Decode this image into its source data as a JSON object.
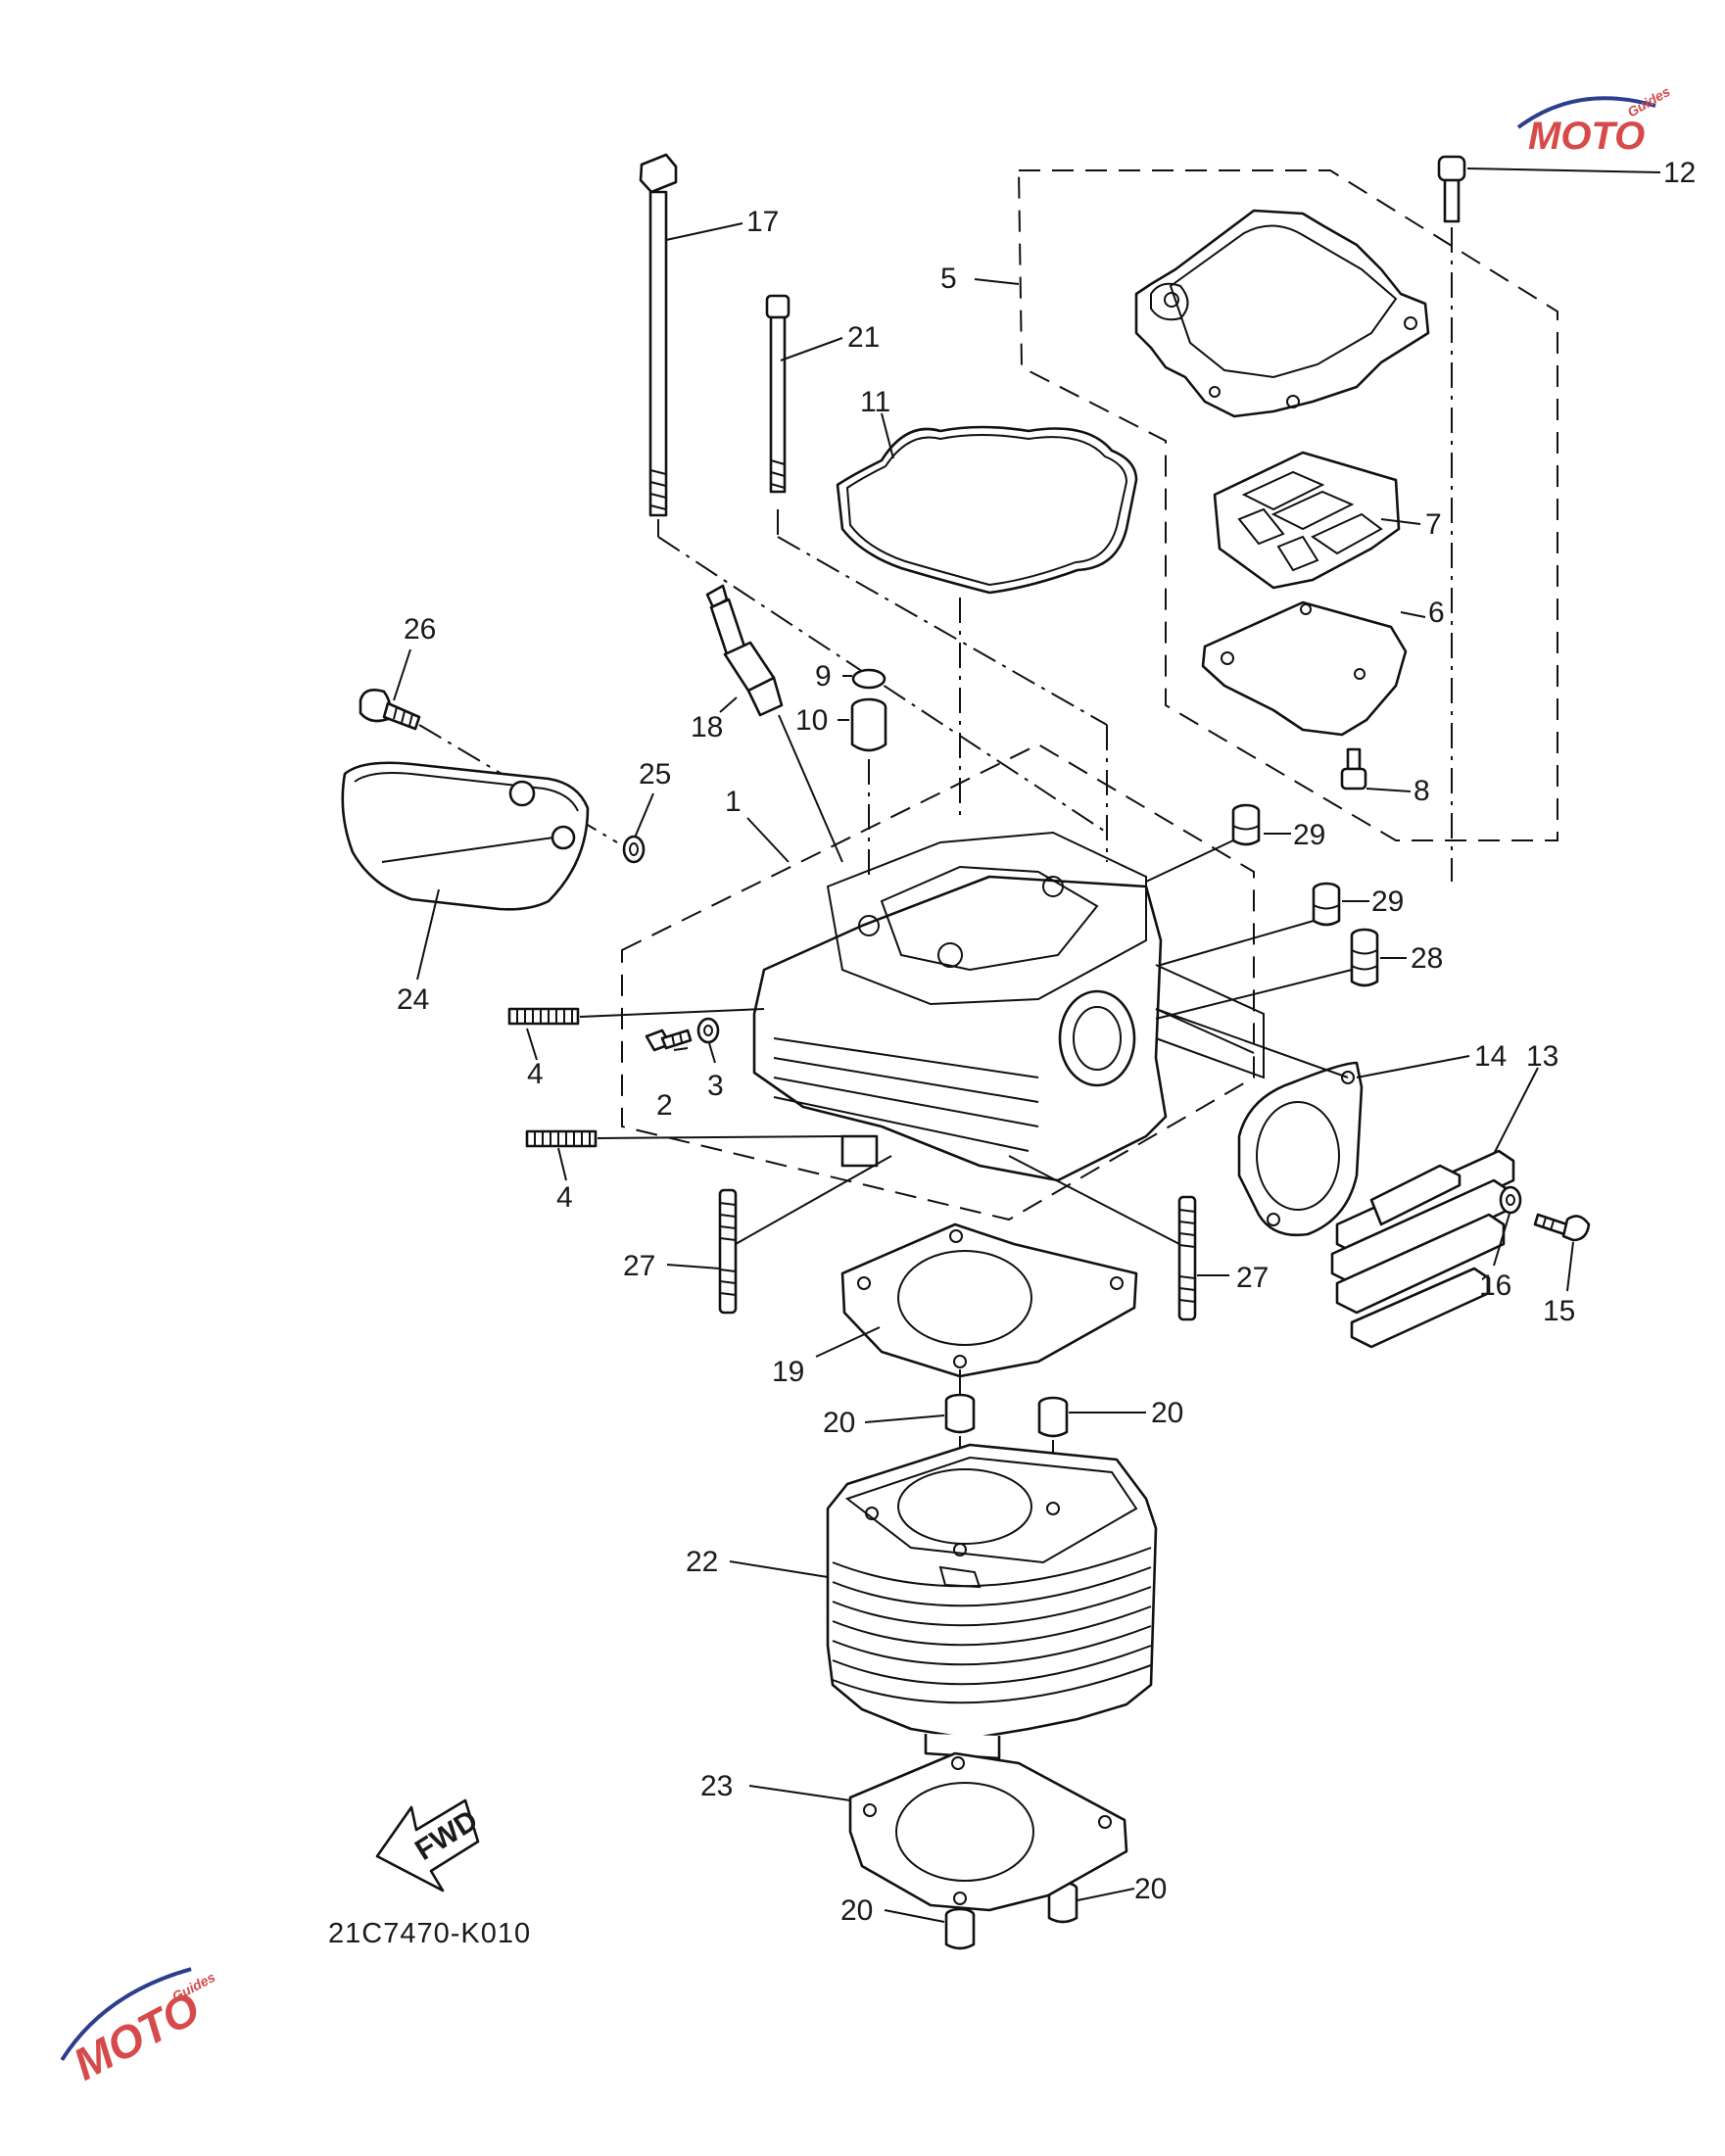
{
  "diagram_code": "21C7470-K010",
  "fwd_label": "FWD",
  "watermark": {
    "main": "MOTO",
    "sub": "Guides",
    "color_red": "#d64a4a",
    "color_blue": "#2c3e8f"
  },
  "callouts": [
    {
      "id": "c1",
      "text": "1"
    },
    {
      "id": "c2",
      "text": "2"
    },
    {
      "id": "c3",
      "text": "3"
    },
    {
      "id": "c4a",
      "text": "4"
    },
    {
      "id": "c4b",
      "text": "4"
    },
    {
      "id": "c5",
      "text": "5"
    },
    {
      "id": "c6",
      "text": "6"
    },
    {
      "id": "c7",
      "text": "7"
    },
    {
      "id": "c8",
      "text": "8"
    },
    {
      "id": "c9",
      "text": "9"
    },
    {
      "id": "c10",
      "text": "10"
    },
    {
      "id": "c11",
      "text": "11"
    },
    {
      "id": "c12",
      "text": "12"
    },
    {
      "id": "c13",
      "text": "13"
    },
    {
      "id": "c14",
      "text": "14"
    },
    {
      "id": "c15",
      "text": "15"
    },
    {
      "id": "c16",
      "text": "16"
    },
    {
      "id": "c17",
      "text": "17"
    },
    {
      "id": "c18",
      "text": "18"
    },
    {
      "id": "c19",
      "text": "19"
    },
    {
      "id": "c20a",
      "text": "20"
    },
    {
      "id": "c20b",
      "text": "20"
    },
    {
      "id": "c20c",
      "text": "20"
    },
    {
      "id": "c20d",
      "text": "20"
    },
    {
      "id": "c21",
      "text": "21"
    },
    {
      "id": "c22",
      "text": "22"
    },
    {
      "id": "c23",
      "text": "23"
    },
    {
      "id": "c24",
      "text": "24"
    },
    {
      "id": "c25",
      "text": "25"
    },
    {
      "id": "c26",
      "text": "26"
    },
    {
      "id": "c27a",
      "text": "27"
    },
    {
      "id": "c27b",
      "text": "27"
    },
    {
      "id": "c28",
      "text": "28"
    },
    {
      "id": "c29a",
      "text": "29"
    },
    {
      "id": "c29b",
      "text": "29"
    }
  ]
}
